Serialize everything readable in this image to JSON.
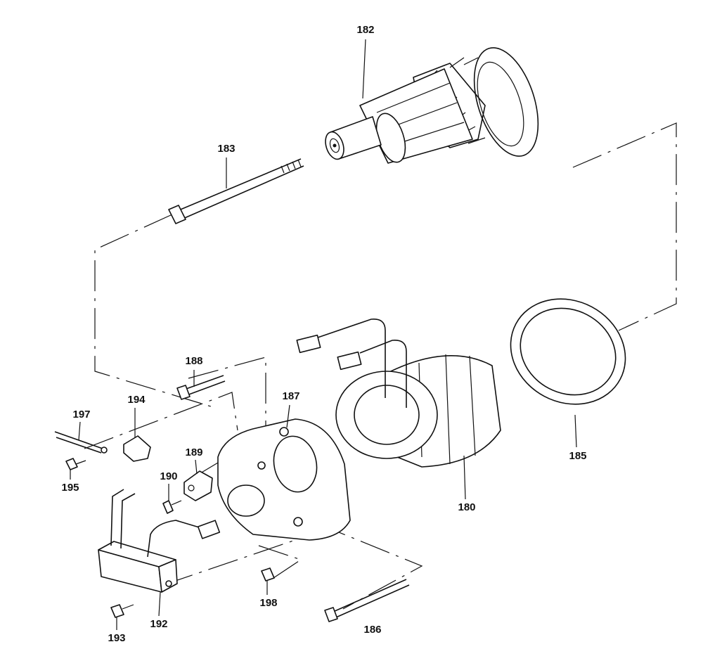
{
  "diagram": {
    "parts": {
      "p180": "180",
      "p182": "182",
      "p183": "183",
      "p185": "185",
      "p186": "186",
      "p187": "187",
      "p188": "188",
      "p189": "189",
      "p190": "190",
      "p192": "192",
      "p193": "193",
      "p194": "194",
      "p195": "195",
      "p197": "197",
      "p198": "198"
    }
  }
}
